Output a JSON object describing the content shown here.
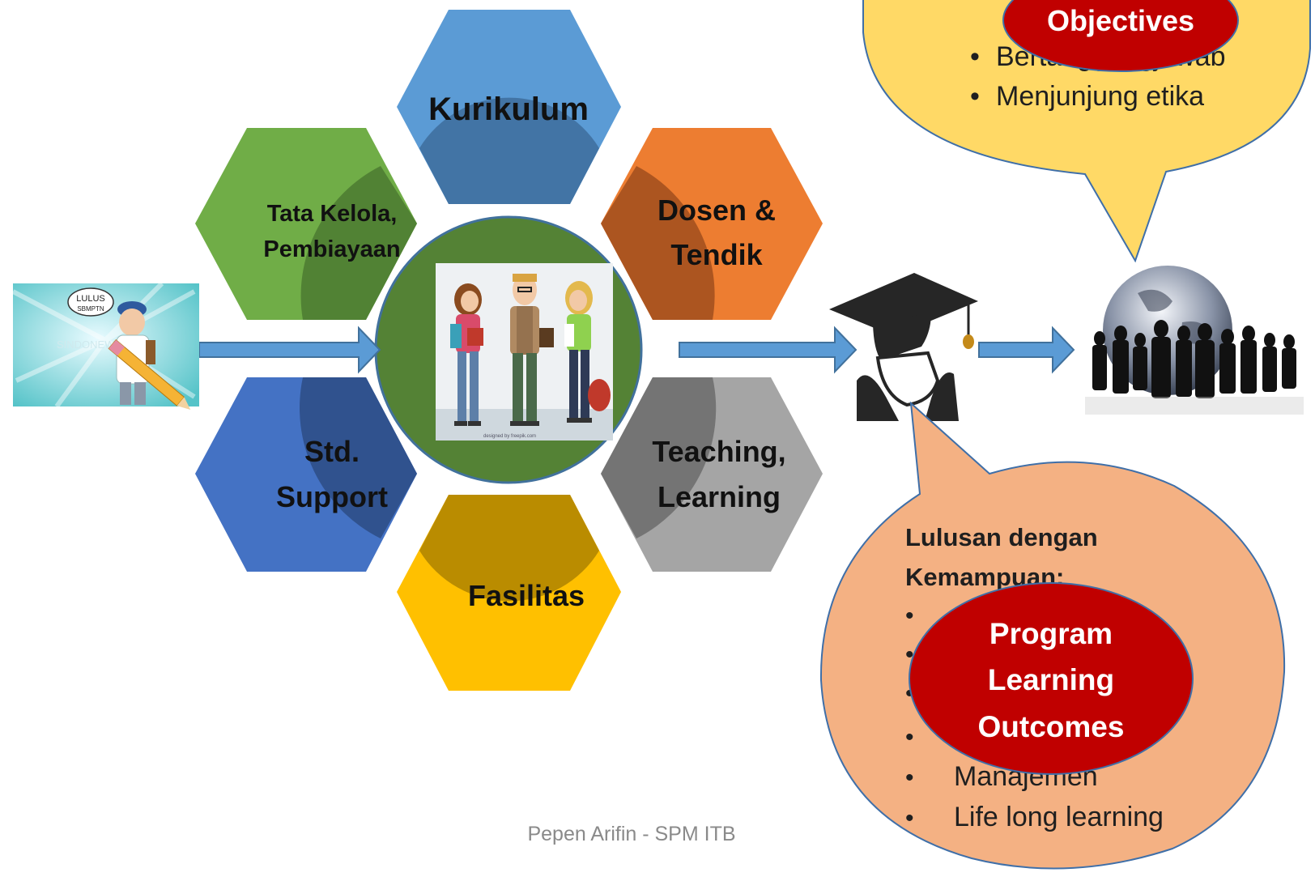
{
  "hexagons": {
    "kurikulum": "Kurikulum",
    "tata_kelola_line1": "Tata Kelola,",
    "tata_kelola_line2": "Pembiayaan",
    "dosen_line1": "Dosen &",
    "dosen_line2": "Tendik",
    "std_line1": "Std.",
    "std_line2": "Support",
    "teaching_line1": "Teaching,",
    "teaching_line2": "Learning",
    "fasilitas": "Fasilitas"
  },
  "input_image": {
    "label_line1": "LULUS",
    "label_line2": "SBMPTN",
    "watermark": "SINDONEWS"
  },
  "center_image": {
    "credit": "designed by freepik.com"
  },
  "top_bubble": {
    "title": "Objectives",
    "items": [
      "Bertanggungjawab",
      "Menjunjung etika"
    ]
  },
  "bottom_bubble": {
    "heading_line1": "Lulusan dengan",
    "heading_line2": "Kemampuan:",
    "badge_line1": "Program",
    "badge_line2": "Learning",
    "badge_line3": "Outcomes",
    "items": [
      "Manajemen",
      "Life long learning"
    ]
  },
  "footer": "Pepen Arifin - SPM ITB",
  "colors": {
    "kurikulum": "#5b9bd5",
    "tata_kelola": "#70ad47",
    "dosen": "#ed7d31",
    "std_support": "#4472c4",
    "teaching": "#a5a5a5",
    "fasilitas": "#ffc000",
    "center": "#548235",
    "arrow": "#5b9bd5",
    "top_bubble": "#ffd966",
    "bottom_bubble": "#f4b183",
    "badge": "#c00000"
  }
}
